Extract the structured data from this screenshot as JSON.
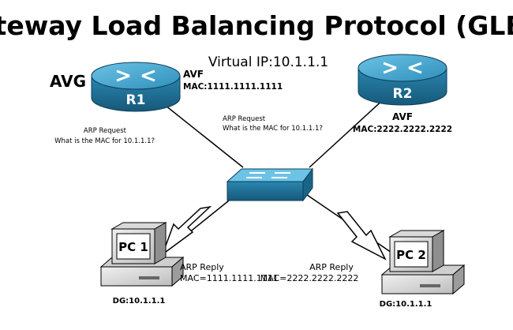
{
  "title": "Gateway Load Balancing Protocol (GLBP)",
  "virtual_ip": "Virtual IP:10.1.1.1",
  "avg_label": "AVG",
  "r1": {
    "name": "R1",
    "role": "AVF",
    "mac": "MAC:1111.1111.1111"
  },
  "r2": {
    "name": "R2",
    "role": "AVF",
    "mac": "MAC:2222.2222.2222"
  },
  "arp_request_left": {
    "line1": "ARP Request",
    "line2": "What is the MAC for 10.1.1.1?"
  },
  "arp_request_center": {
    "line1": "ARP Request",
    "line2": "What is the MAC for 10.1.1.1?"
  },
  "pc1": {
    "name": "PC 1",
    "reply": "ARP Reply",
    "mac": "MAC=1111.1111.1111",
    "dg": "DG:10.1.1.1"
  },
  "pc2": {
    "name": "PC 2",
    "reply": "ARP Reply",
    "mac": "MAC=2222.2222.2222",
    "dg": "DG:10.1.1.1"
  },
  "colors": {
    "router_top": "#3f9fc8",
    "router_side": "#1f6f95",
    "pc_body": "#d8d8d8",
    "pc_shadow": "#8a8a8a"
  }
}
